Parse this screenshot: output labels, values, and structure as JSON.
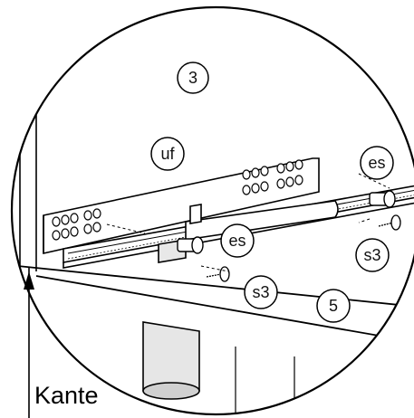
{
  "callouts": {
    "step_top": "3",
    "step_bottom": "5",
    "uf": "uf",
    "es_right": "es",
    "es_middle": "es",
    "s3_right": "s3",
    "s3_middle": "s3"
  },
  "edge_label": "Kante",
  "colors": {
    "line": "#000000",
    "background": "#ffffff",
    "shade": "#dcdcdc"
  }
}
